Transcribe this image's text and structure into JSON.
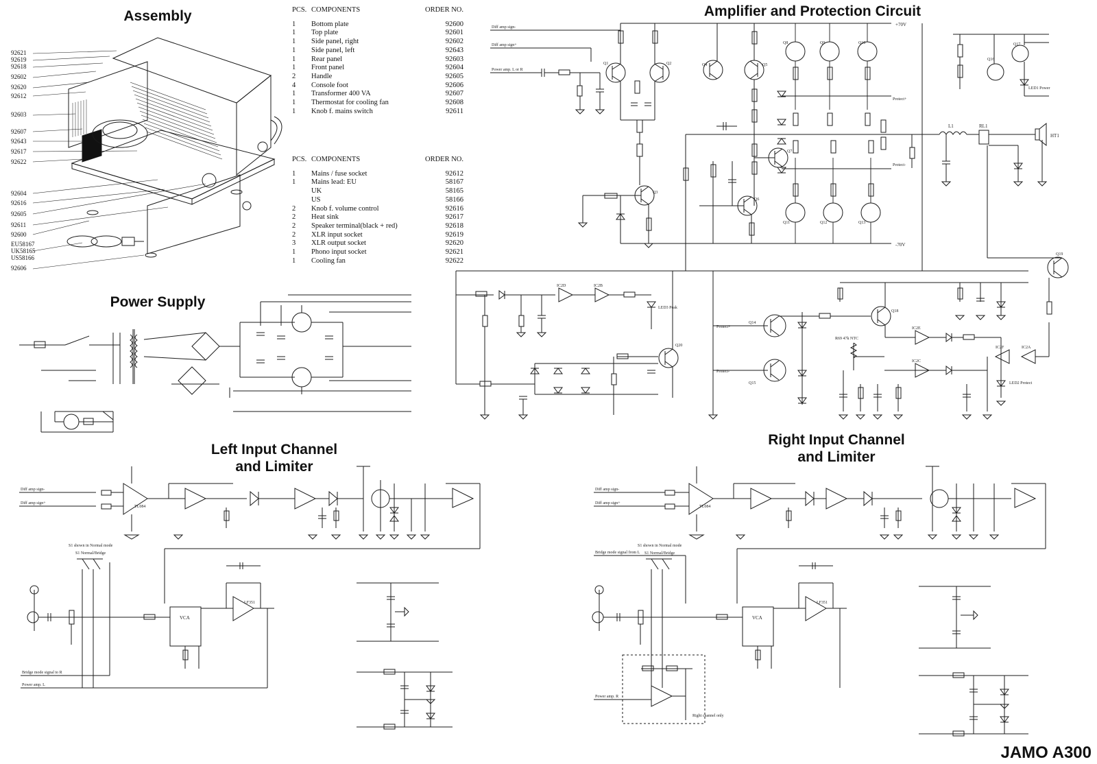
{
  "titles": {
    "assembly": "Assembly",
    "amplifier": "Amplifier and Protection Circuit",
    "power": "Power Supply",
    "left_input": "Left Input Channel\nand Limiter",
    "right_input": "Right Input Channel\nand Limiter",
    "brand": "JAMO A300"
  },
  "parts_table_1": {
    "headers": [
      "PCS.",
      "COMPONENTS",
      "ORDER NO."
    ],
    "rows": [
      [
        "1",
        "Bottom plate",
        "92600"
      ],
      [
        "1",
        "Top plate",
        "92601"
      ],
      [
        "1",
        "Side panel, right",
        "92602"
      ],
      [
        "1",
        "Side panel, left",
        "92643"
      ],
      [
        "1",
        "Rear panel",
        "92603"
      ],
      [
        "1",
        "Front panel",
        "92604"
      ],
      [
        "2",
        "Handle",
        "92605"
      ],
      [
        "4",
        "Console foot",
        "92606"
      ],
      [
        "1",
        "Transformer 400 VA",
        "92607"
      ],
      [
        "1",
        "Thermostat for cooling fan",
        "92608"
      ],
      [
        "1",
        "Knob f. mains switch",
        "92611"
      ]
    ]
  },
  "parts_table_2": {
    "headers": [
      "PCS.",
      "COMPONENTS",
      "ORDER NO."
    ],
    "rows": [
      [
        "1",
        "Mains / fuse socket",
        "92612"
      ],
      [
        "1",
        "Mains lead:  EU",
        "58167"
      ],
      [
        "",
        "UK",
        "58165"
      ],
      [
        "",
        "US",
        "58166"
      ],
      [
        "2",
        "Knob f. volume control",
        "92616"
      ],
      [
        "2",
        "Heat sink",
        "92617"
      ],
      [
        "2",
        "Speaker terminal(black + red)",
        "92618"
      ],
      [
        "2",
        "XLR input socket",
        "92619"
      ],
      [
        "3",
        "XLR output socket",
        "92620"
      ],
      [
        "1",
        "Phono input socket",
        "92621"
      ],
      [
        "1",
        "Cooling fan",
        "92622"
      ]
    ]
  },
  "assembly_part_numbers": [
    "92621",
    "92619",
    "92618",
    "92602",
    "92620",
    "92612",
    "92603",
    "92607",
    "92643",
    "92617",
    "92622",
    "92604",
    "92616",
    "92605",
    "92611",
    "92600",
    "EU58167",
    "UK58165",
    "US58166",
    "92606"
  ],
  "amp_labels": {
    "rail_pos": "+70V",
    "rail_neg": "-70V",
    "diff_in_neg": "Diff amp sign-",
    "diff_in_pos": "Diff amp sign+",
    "power_in": "Power amp. L or R",
    "protect_pos": "Protect+",
    "protect_neg": "Protect-",
    "speaker": "HT1",
    "relay": "RL1",
    "coil": "L1",
    "led_power": "LED1 Power",
    "led_peak": "LED3 Peak",
    "led_protect": "LED2 Protect",
    "ntc": "R69 47k NTC"
  },
  "transistors": [
    "Q1",
    "Q2",
    "Q3",
    "Q4",
    "Q5",
    "Q6",
    "Q7",
    "Q8",
    "Q9",
    "Q10",
    "Q11",
    "Q12",
    "Q13",
    "Q14",
    "Q15",
    "Q16",
    "Q17",
    "Q18",
    "Q19",
    "Q20"
  ],
  "ics": [
    "IC2D",
    "IC2B",
    "IC2E",
    "IC2C",
    "IC2F",
    "IC2A"
  ],
  "input_labels": {
    "diff_neg": "Diff amp sign-",
    "diff_pos": "Diff amp sign+",
    "vca": "VCA",
    "switch_note": "S1 shown in Normal mode",
    "switch": "S1 Normal/Bridge",
    "bridge_out": "Bridge mode signal to R",
    "bridge_in": "Bridge mode signal from L",
    "power_amp_l": "Power amp. L",
    "power_amp_r": "Power amp. R",
    "right_only": "Right channel only",
    "ic_lf351": "LF351",
    "ic_tl084": "TL084"
  },
  "colors": {
    "ink": "#1a1a1a",
    "paper": "#ffffff"
  }
}
